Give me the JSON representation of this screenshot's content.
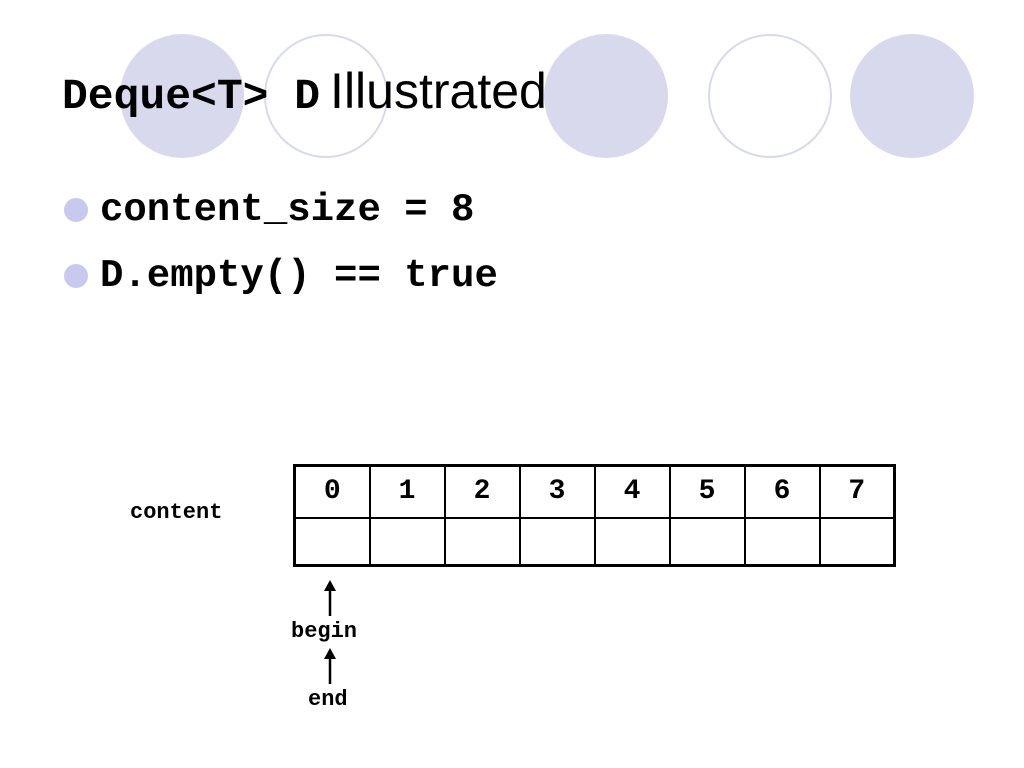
{
  "slide": {
    "title_code": "Deque<T> D",
    "title_text": "Illustrated",
    "bullets": [
      "content_size = 8",
      "D.empty() == true"
    ]
  },
  "diagram": {
    "array_label": "content",
    "indices": [
      "0",
      "1",
      "2",
      "3",
      "4",
      "5",
      "6",
      "7"
    ],
    "cells": [
      "",
      "",
      "",
      "",
      "",
      "",
      "",
      ""
    ],
    "pointers": [
      {
        "label": "begin",
        "index": 0
      },
      {
        "label": "end",
        "index": 0
      }
    ]
  },
  "colors": {
    "decor_circle": "#d9d9ee",
    "bullet_dot": "#c9c9f0"
  }
}
